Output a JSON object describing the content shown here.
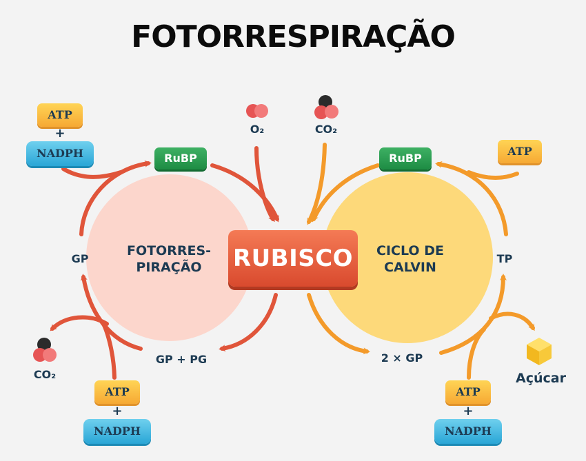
{
  "title": "FOTORRESPIRAÇÃO",
  "center": {
    "enzyme": "RUBISCO"
  },
  "left_cycle": {
    "label_line1": "FOTORRES-",
    "label_line2": "PIRAÇÃO",
    "rubp": "RuBP",
    "gp": "GP",
    "products": "GP + PG",
    "atp": "ATP",
    "plus": "+",
    "nadph": "NADPH",
    "atp_bottom": "ATP",
    "plus_bottom": "+",
    "nadph_bottom": "NADPH",
    "co2_out": "CO₂",
    "color": "#e0553a"
  },
  "right_cycle": {
    "label_line1": "CICLO DE",
    "label_line2": "CALVIN",
    "rubp": "RuBP",
    "tp": "TP",
    "products": "2 × GP",
    "atp_top": "ATP",
    "atp_bottom": "ATP",
    "plus_bottom": "+",
    "nadph_bottom": "NADPH",
    "sugar": "Açúcar",
    "color": "#f39a2a"
  },
  "inputs": {
    "o2": "O₂",
    "co2": "CO₂"
  },
  "colors": {
    "left_circle": "#fcd6cc",
    "right_circle": "#fdd97a",
    "text": "#1c3a52"
  }
}
